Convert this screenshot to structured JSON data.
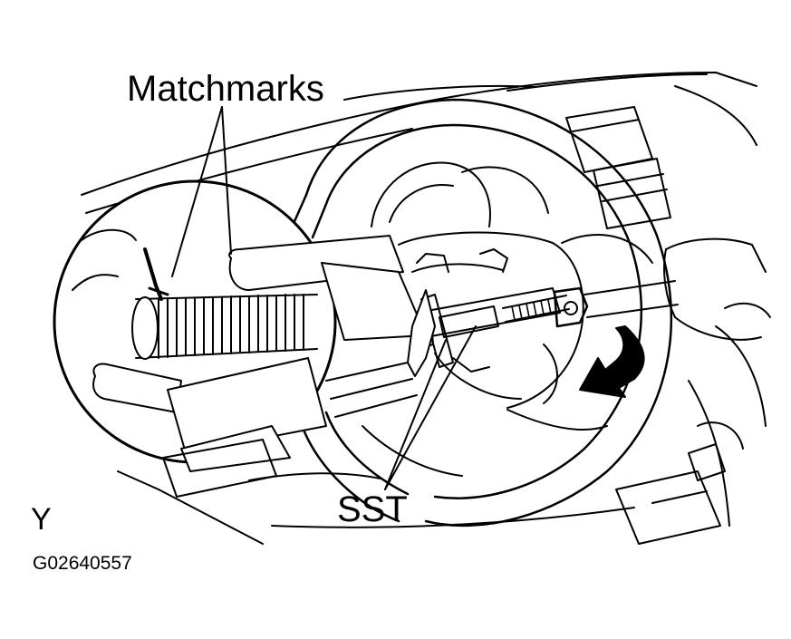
{
  "labels": {
    "matchmarks": "Matchmarks",
    "sst": "SST",
    "corner_letter": "Y",
    "figure_code": "G02640557"
  },
  "colors": {
    "ink": "#000000",
    "paper": "#ffffff"
  }
}
